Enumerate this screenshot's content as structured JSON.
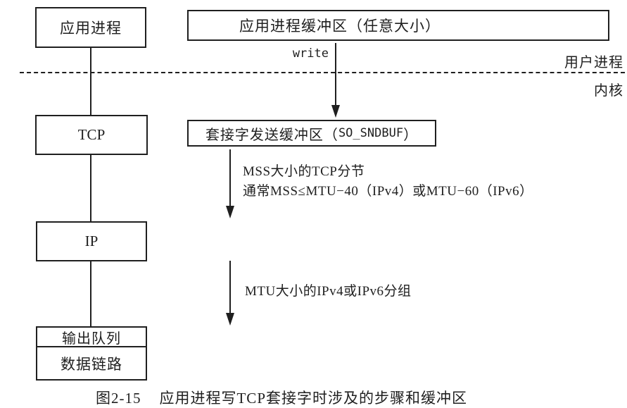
{
  "colors": {
    "ink": "#1f1f1f",
    "paper": "#ffffff"
  },
  "protocol_stack": {
    "app_process": "应用进程",
    "tcp": "TCP",
    "ip": "IP",
    "output_queue": "输出队列",
    "datalink": "数据链路"
  },
  "buffers": {
    "app_buffer_label": "应用进程缓冲区（任意大小）",
    "socket_buffer_prefix": "套接字发送缓冲区（",
    "socket_buffer_code": "SO_SNDBUF",
    "socket_buffer_suffix": "）"
  },
  "boundary": {
    "above_label": "用户进程",
    "below_label": "内核"
  },
  "calls": {
    "write": "write"
  },
  "arrow_notes": {
    "mss_line1": "MSS大小的TCP分节",
    "mss_line2": "通常MSS≤MTU−40（IPv4）或MTU−60（IPv6）",
    "mtu": "MTU大小的IPv4或IPv6分组"
  },
  "caption": {
    "number": "图2-15",
    "text": "应用进程写TCP套接字时涉及的步骤和缓冲区"
  }
}
